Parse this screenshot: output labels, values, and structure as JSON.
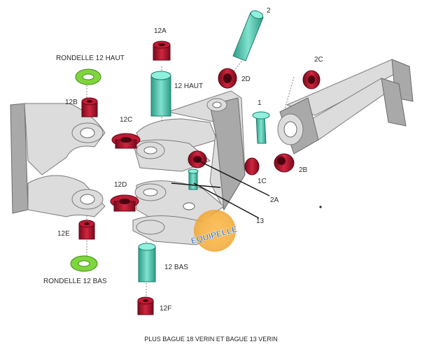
{
  "labels": {
    "part_2": "2",
    "part_12A": "12A",
    "rondelle_haut": "RONDELLE 12 HAUT",
    "part_12_haut": "12 HAUT",
    "part_2D": "2D",
    "part_2C": "2C",
    "part_12B": "12B",
    "part_12C": "12C",
    "part_1": "1",
    "part_2B": "2B",
    "part_1C": "1C",
    "part_2A": "2A",
    "part_12D": "12D",
    "part_13": "13",
    "part_12E": "12E",
    "rondelle_bas": "RONDELLE 12 BAS",
    "part_12_bas": "12 BAS",
    "part_12F": "12F"
  },
  "logo_text": "EQUIPELLE",
  "footer_text": "PLUS BAGUE 18 VERIN ET BAGUE 13 VERIN",
  "colors": {
    "bushing_red": "#b0102a",
    "pin_teal": "#4fc6b0",
    "washer_green": "#7fd63c",
    "metal_light": "#dcdcdc",
    "metal_dark": "#a9a9a9",
    "logo_orange": "#f2a22b",
    "logo_blue": "#1f5fa8"
  }
}
